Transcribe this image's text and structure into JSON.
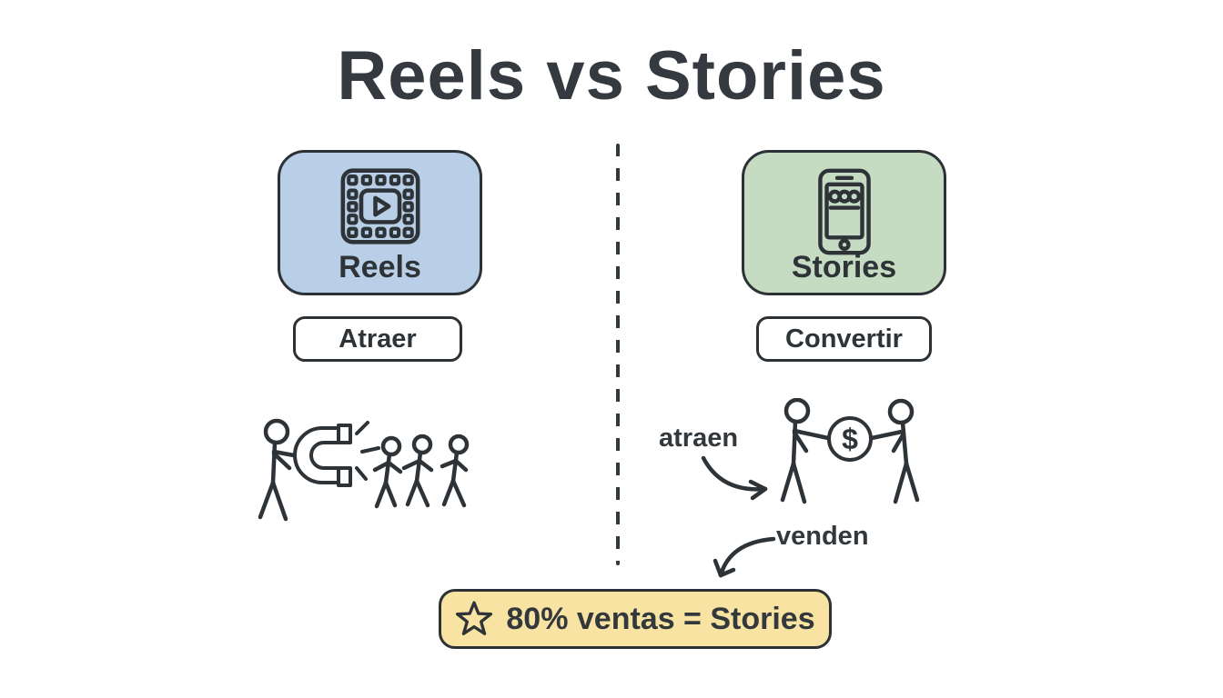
{
  "title": "Reels vs Stories",
  "colors": {
    "ink": "#33383d",
    "reels_card_fill": "#b9cfe7",
    "stories_card_fill": "#c6dcc2",
    "banner_fill": "#f8e3a3",
    "action_box_fill": "#ffffff"
  },
  "left": {
    "card_label": "Reels",
    "card_icon": "film-reel-icon",
    "action_label": "Atraer",
    "illustration": "magnet-attracting-people"
  },
  "right": {
    "card_label": "Stories",
    "card_icon": "phone-stories-icon",
    "action_label": "Convertir",
    "annotation_top": "atraen",
    "annotation_bottom": "venden",
    "coin_symbol": "$",
    "illustration": "people-exchanging-money"
  },
  "banner": {
    "icon": "star-icon",
    "text": "80% ventas = Stories"
  }
}
